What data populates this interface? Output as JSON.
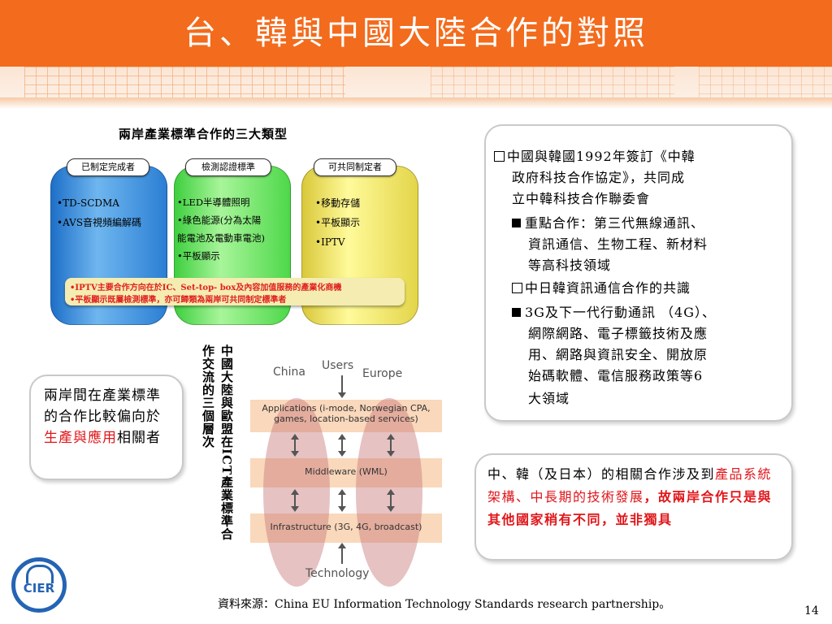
{
  "header": {
    "title": "台、韓與中國大陸合作的對照"
  },
  "panel": {
    "title": "兩岸產業標準合作的三大類型",
    "columns": [
      {
        "cap": "已制定完成者",
        "items": [
          "•TD-SCDMA",
          "•AVS音視頻編解碼"
        ]
      },
      {
        "cap": "檢測認證標準",
        "items": [
          "•LED半導體照明",
          "•綠色能源(分為太陽",
          "能電池及電動車電池)",
          "•平板顯示"
        ]
      },
      {
        "cap": "可共同制定者",
        "items": [
          "•移動存儲",
          "•平板顯示",
          "•IPTV"
        ]
      }
    ],
    "notes": [
      "•IPTV主要合作方向在於IC、Set-top- box及內容加值服務的產業化商機",
      "•平板顯示既屬檢測標準，亦可歸類為兩岸可共同制定標準者"
    ]
  },
  "left_callout": {
    "part1": "兩岸間在產業標準的合作比較偏向於",
    "highlight": "生產與應用",
    "part2": "相關者"
  },
  "vertical_text": {
    "col1": "中國大陸與歐盟在ICT產業標準合",
    "col2": "作交流的三個層次"
  },
  "diagram": {
    "left_label": "China",
    "right_label": "Europe",
    "top_label": "Users",
    "bottom_label": "Technology",
    "layers": [
      "Applications (i-mode, Norwegian CPA, games, location-based services)",
      "Middleware (WML)",
      "Infrastructure (3G, 4G, broadcast)"
    ]
  },
  "right_callout": {
    "lines": [
      "中國與韓國1992年簽訂《中韓",
      "政府科技合作協定》，共同成",
      "立中韓科技合作聯委會",
      "重點合作：第三代無線通訊、",
      "資訊通信、生物工程、新材料",
      "等高科技領域",
      "中日韓資訊通信合作的共識",
      "3G及下一代行動通訊 （4G）、",
      "網際網路、電子標籤技術及應",
      "用、網路與資訊安全、開放原",
      "始碼軟體、電信服務政策等6",
      "大領域"
    ]
  },
  "right_callout2": {
    "part1": "中、韓（及日本）的相關合作涉及到",
    "part2_red": "產品系統架構、中長期的技術發展",
    "part3_bold": "，故兩岸合作只是與其他國家稍有不同，並非獨具"
  },
  "logo": {
    "text": "CIER"
  },
  "source": "資料來源：China EU Information Technology Standards research partnership。",
  "page_number": "14",
  "colors": {
    "header": "#f36b1c",
    "highlight_red": "#e0161a",
    "logo_blue": "#2464b4"
  }
}
